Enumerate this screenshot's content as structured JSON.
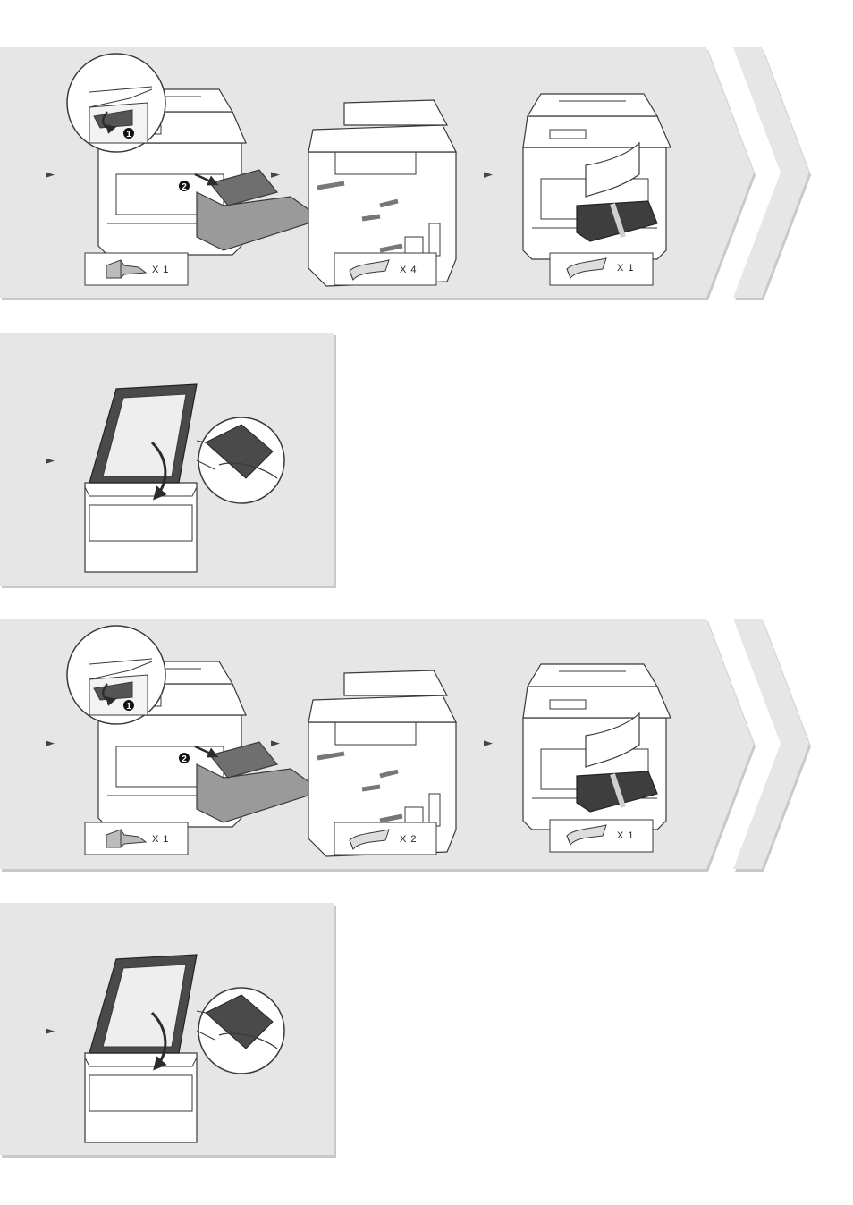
{
  "colors": {
    "panel": "#e6e6e6",
    "panel_shadow": "#c9c9c9",
    "line": "#3a3a3a",
    "machine": "#ffffff",
    "dark": "#2b2b2b"
  },
  "glyphs": {
    "bullet": "►",
    "step_1": "1",
    "step_2": "2"
  },
  "section_a": {
    "step1": {
      "count": "X 1"
    },
    "step2": {
      "count": "X 4"
    },
    "step3": {
      "count": "X 1"
    }
  },
  "section_b": {
    "step1": {
      "count": "X 1"
    },
    "step2": {
      "count": "X 2"
    },
    "step3": {
      "count": "X 1"
    }
  }
}
